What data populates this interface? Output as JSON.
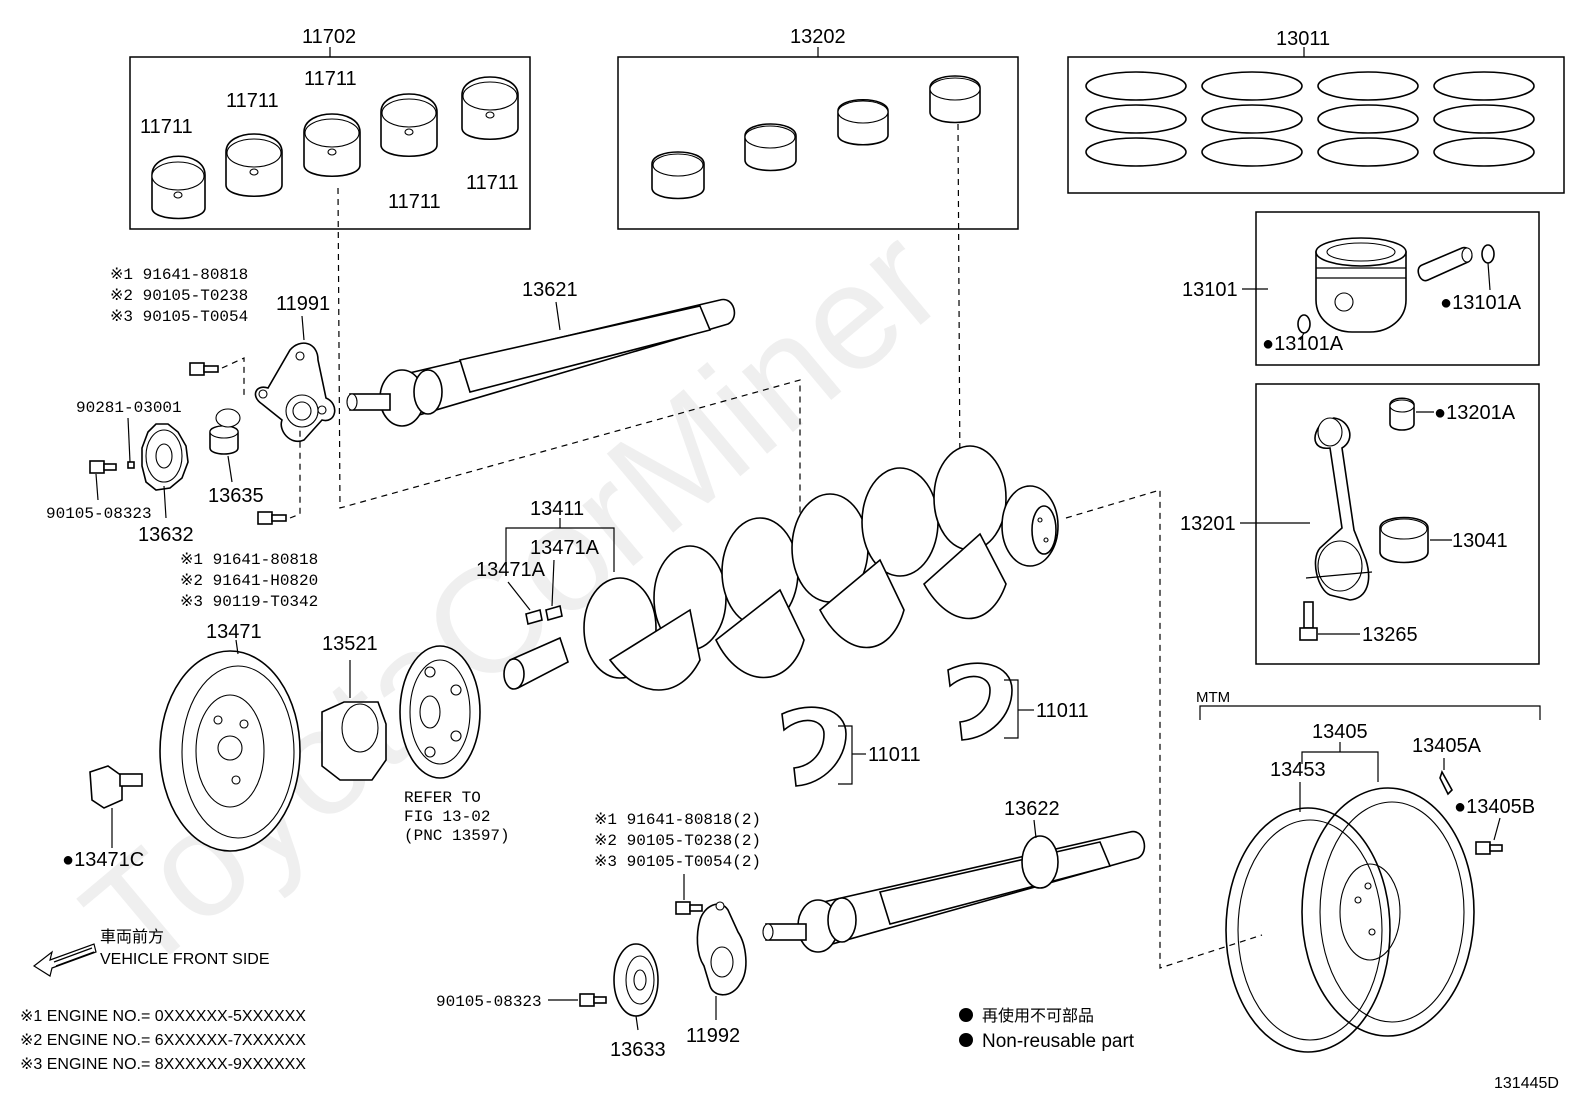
{
  "labels": {
    "p11702": "11702",
    "p13202": "13202",
    "p13011": "13011",
    "p11711_a": "11711",
    "p11711_b": "11711",
    "p11711_c": "11711",
    "p11711_d": "11711",
    "p11711_e": "11711",
    "p13101": "13101",
    "p13101A_a": "●13101A",
    "p13101A_b": "●13101A",
    "p13201A": "●13201A",
    "p13201": "13201",
    "p13041": "13041",
    "p13265": "13265",
    "p13621": "13621",
    "p11991": "11991",
    "p90281": "90281-03001",
    "p90105_08323_a": "90105-08323",
    "p13632": "13632",
    "p13635": "13635",
    "p13411": "13411",
    "p13471A_a": "13471A",
    "p13471A_b": "13471A",
    "p13471": "13471",
    "p13521": "13521",
    "p13471C": "●13471C",
    "p11011_a": "11011",
    "p11011_b": "11011",
    "p13622": "13622",
    "p13405": "13405",
    "p13405A": "13405A",
    "p13453": "13453",
    "p13405B": "●13405B",
    "p90105_08323_b": "90105-08323",
    "p13633": "13633",
    "p11992": "11992",
    "mtm": "MTM"
  },
  "bolt_notes_top": [
    "※1 91641-80818",
    "※2 90105-T0238",
    "※3 90105-T0054"
  ],
  "bolt_notes_mid": [
    "※1 91641-80818",
    "※2 91641-H0820",
    "※3 90119-T0342"
  ],
  "bolt_notes_bottom": [
    "※1 91641-80818(2)",
    "※2 90105-T0238(2)",
    "※3 90105-T0054(2)"
  ],
  "refer": [
    "REFER TO",
    "FIG 13-02",
    "(PNC 13597)"
  ],
  "front_side": {
    "jp": "車両前方",
    "en": "VEHICLE FRONT SIDE"
  },
  "engine_notes": [
    "※1 ENGINE NO.= 0XXXXXX-5XXXXXX",
    "※2 ENGINE NO.= 6XXXXXX-7XXXXXX",
    "※3 ENGINE NO.= 8XXXXXX-9XXXXXX"
  ],
  "legend": {
    "jp": "再使用不可部品",
    "en": "Non-reusable part"
  },
  "figure_id": "131445D",
  "watermark": "ToyotaCorMiner"
}
